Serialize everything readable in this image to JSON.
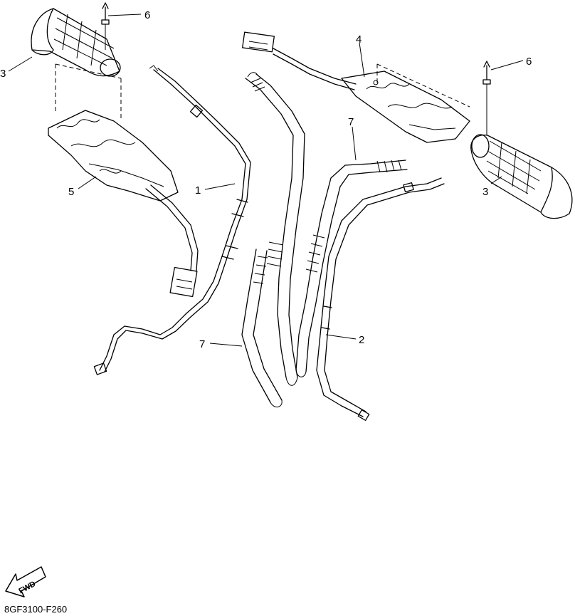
{
  "callouts": {
    "c1": "1",
    "c2": "2",
    "c3_left": "3",
    "c3_right": "3",
    "c4": "4",
    "c5": "5",
    "c6_left": "6",
    "c6_right": "6",
    "c7_center": "7",
    "c7_top": "7"
  },
  "fwd_label": "FWD",
  "diagram_code": "8GF3100-F260"
}
